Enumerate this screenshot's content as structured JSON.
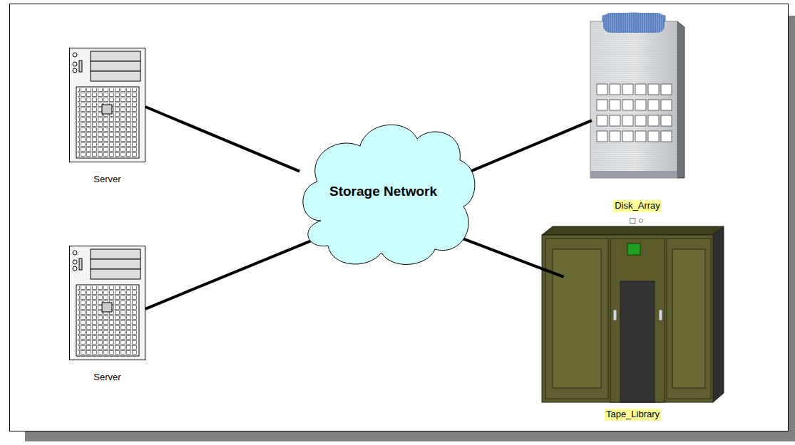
{
  "diagram": {
    "nodes": [
      {
        "text": [
          "Server"
        ]
      },
      {
        "text": [
          "Storage Network"
        ]
      },
      {
        "text": [
          "Disk_Array"
        ]
      },
      {
        "text": [
          "Server"
        ]
      },
      {
        "text": [
          "Tape_Library"
        ]
      }
    ],
    "edges": [
      {
        "from": 0,
        "to": 1,
        "arrow": "none"
      },
      {
        "from": 3,
        "to": 1,
        "arrow": "none"
      },
      {
        "from": 1,
        "to": 2,
        "arrow": "none"
      },
      {
        "from": 1,
        "to": 4,
        "arrow": "none"
      }
    ],
    "labels": [
      "□ ○"
    ]
  }
}
